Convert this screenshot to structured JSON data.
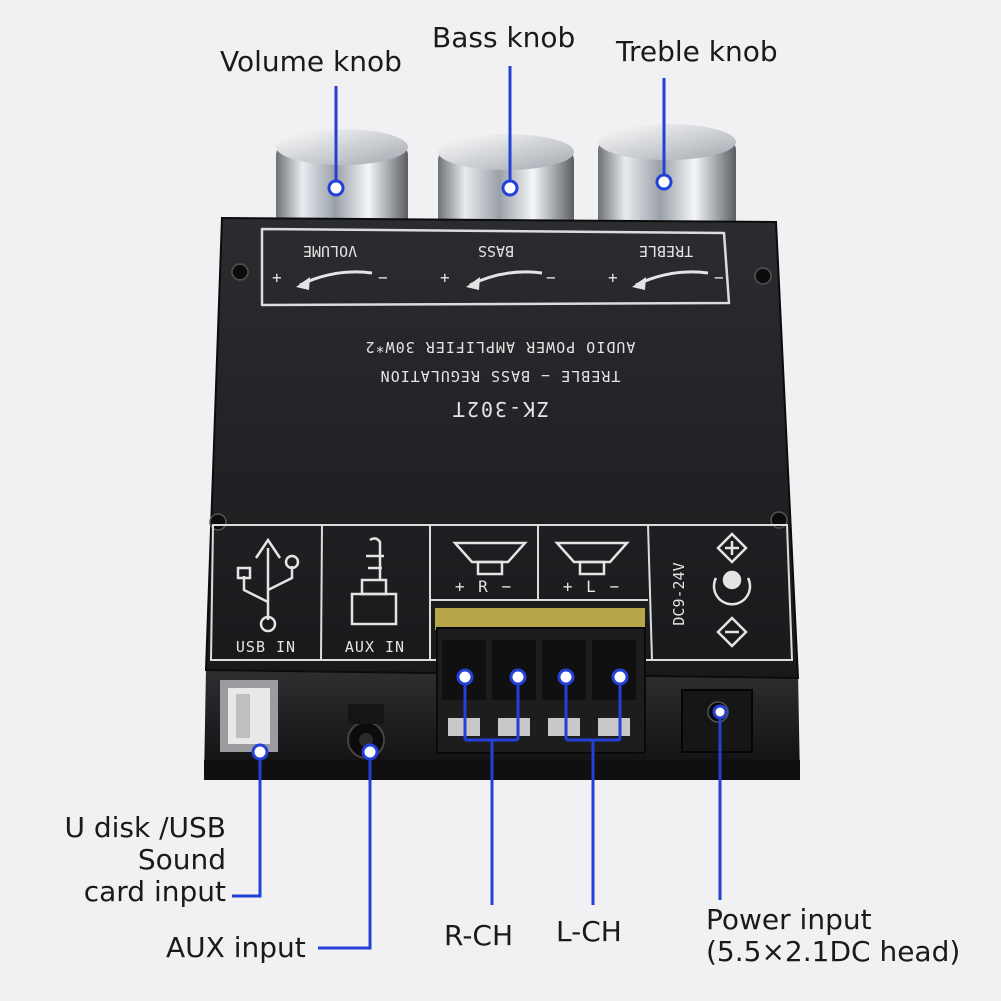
{
  "callouts": {
    "volume": "Volume knob",
    "bass": "Bass knob",
    "treble": "Treble knob",
    "usb": "U disk /USB\nSound\ncard input",
    "aux": "AUX input",
    "rch": "R-CH",
    "lch": "L-CH",
    "power": "Power input\n(5.5×2.1DC head)"
  },
  "panel": {
    "volume": "VOLUME",
    "bass": "BASS",
    "treble": "TREBLE",
    "plus": "+",
    "minus": "−",
    "line1": "AUDIO POWER AMPLIFIER 30W*2",
    "line2": "TREBLE − BASS REGULATION",
    "model": "ZK-302T",
    "usb_in": "USB IN",
    "aux_in": "AUX IN",
    "r_label": "+ R −",
    "l_label": "+ L −",
    "dc": "DC9-24V"
  },
  "colors": {
    "callout_line": "#2340d8",
    "panel": "#1f2023",
    "panel_print": "#e4e4e4",
    "terminal_block": "#1a1a1a",
    "knob": "#c8ccd2"
  }
}
